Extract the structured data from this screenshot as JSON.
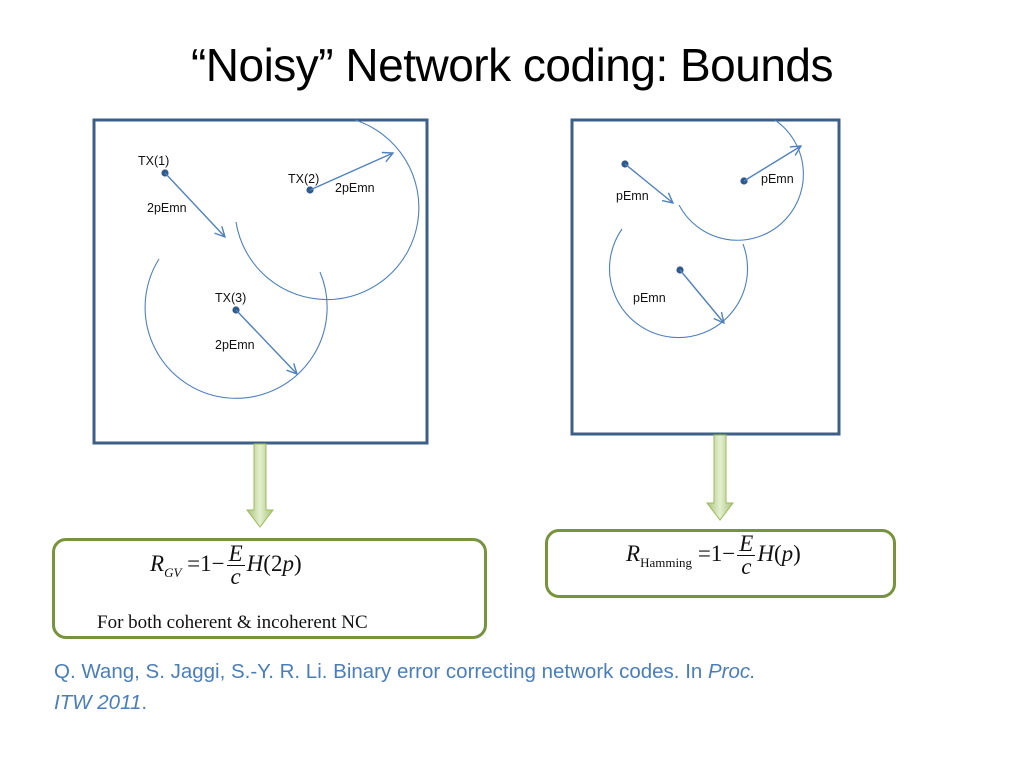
{
  "title": "“Noisy” Network coding: Bounds",
  "left_panel": {
    "nodes": [
      {
        "label": "TX(1)",
        "radius_label": "2pEmn"
      },
      {
        "label": "TX(2)",
        "radius_label": "2pEmn"
      },
      {
        "label": "TX(3)",
        "radius_label": "2pEmn"
      }
    ],
    "formula": {
      "lhs": "R",
      "lhs_sub": "GV",
      "eq": "=1−",
      "frac_num": "E",
      "frac_den": "c",
      "func": "H",
      "arg": "(2",
      "arg_var": "p",
      "close": ")"
    },
    "note": "For both coherent & incoherent NC"
  },
  "right_panel": {
    "nodes": [
      {
        "label": "",
        "radius_label": "pEmn"
      },
      {
        "label": "",
        "radius_label": "pEmn"
      },
      {
        "label": "",
        "radius_label": "pEmn"
      }
    ],
    "formula": {
      "lhs": "R",
      "lhs_sub": "Hamming",
      "eq": "=1−",
      "frac_num": "E",
      "frac_den": "c",
      "func": "H",
      "arg": "(",
      "arg_var": "p",
      "close": ")"
    }
  },
  "citation": {
    "text": "Q. Wang, S. Jaggi, S.-Y. R. Li. Binary error correcting network codes. In ",
    "italic1": "Proc.",
    "italic2": "ITW 2011",
    "end": "."
  },
  "colors": {
    "box_border": "#3c5f87",
    "line": "#4f81bd",
    "dot": "#2f5a8c",
    "formula_border": "#77933c",
    "arrow_fill": "#c3d69b",
    "citation": "#4a7ebb"
  }
}
